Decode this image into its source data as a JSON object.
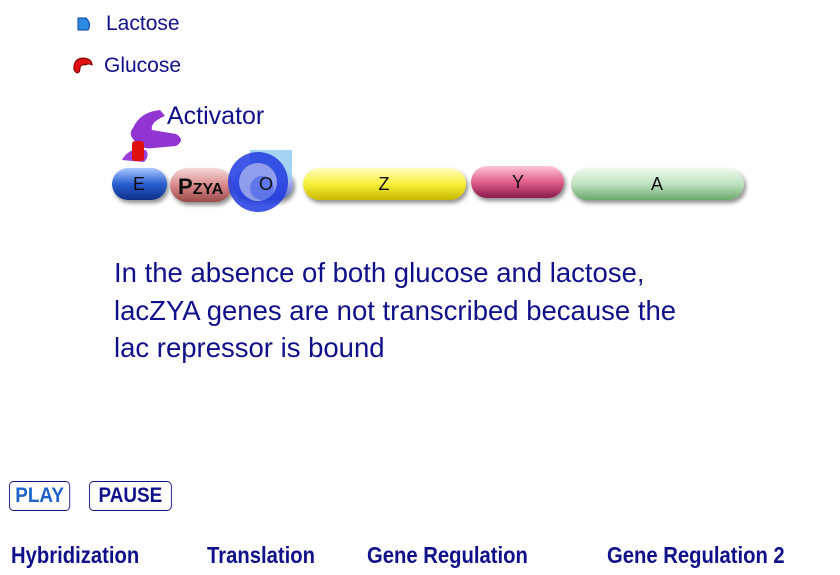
{
  "legend": {
    "lactose": {
      "label": "Lactose",
      "icon": "lactose-shape-icon",
      "color": "#2a8be0"
    },
    "glucose": {
      "label": "Glucose",
      "icon": "glucose-shape-icon",
      "color": "#e01010"
    }
  },
  "diagram": {
    "activator_label": "Activator",
    "segments": [
      {
        "label": "E",
        "color": "#2a5fd0"
      },
      {
        "label": "P",
        "sub": "ZYA",
        "color": "#d98a8a"
      },
      {
        "label": "O",
        "color": "#9aa8e8"
      },
      {
        "label": "Z",
        "color": "#f7f03a"
      },
      {
        "label": "Y",
        "color": "#e0608a"
      },
      {
        "label": "A",
        "color": "#bfe2c0"
      }
    ]
  },
  "caption": {
    "line1": "In the absence of both glucose and lactose,",
    "line2": "lacZYA genes are not transcribed because the",
    "line3": "lac repressor is bound"
  },
  "controls": {
    "play": "PLAY",
    "pause": "PAUSE"
  },
  "nav": {
    "hybridization": "Hybridization",
    "translation": "Translation",
    "gene_regulation": "Gene Regulation",
    "gene_regulation_2": "Gene Regulation 2"
  }
}
